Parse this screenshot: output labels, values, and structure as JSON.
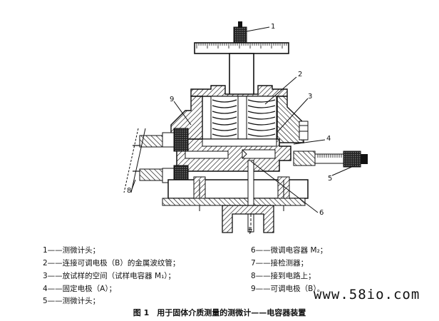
{
  "callouts": [
    "1",
    "2",
    "3",
    "4",
    "5",
    "6",
    "7",
    "8",
    "9"
  ],
  "legend": [
    "1——测微计头；",
    "2——连接可调电极（B）的金属波纹管；",
    "3——放试样的空间（试样电容器 M₁）；",
    "4——固定电极（A）；",
    "5——测微计头；",
    "6——微调电容器 M₂；",
    "7——接检测器；",
    "8——接到电路上；",
    "9——可调电极（B）。"
  ],
  "watermark": "www.58io.com",
  "caption": "图 1　用于固体介质测量的测微计——电容器装置"
}
